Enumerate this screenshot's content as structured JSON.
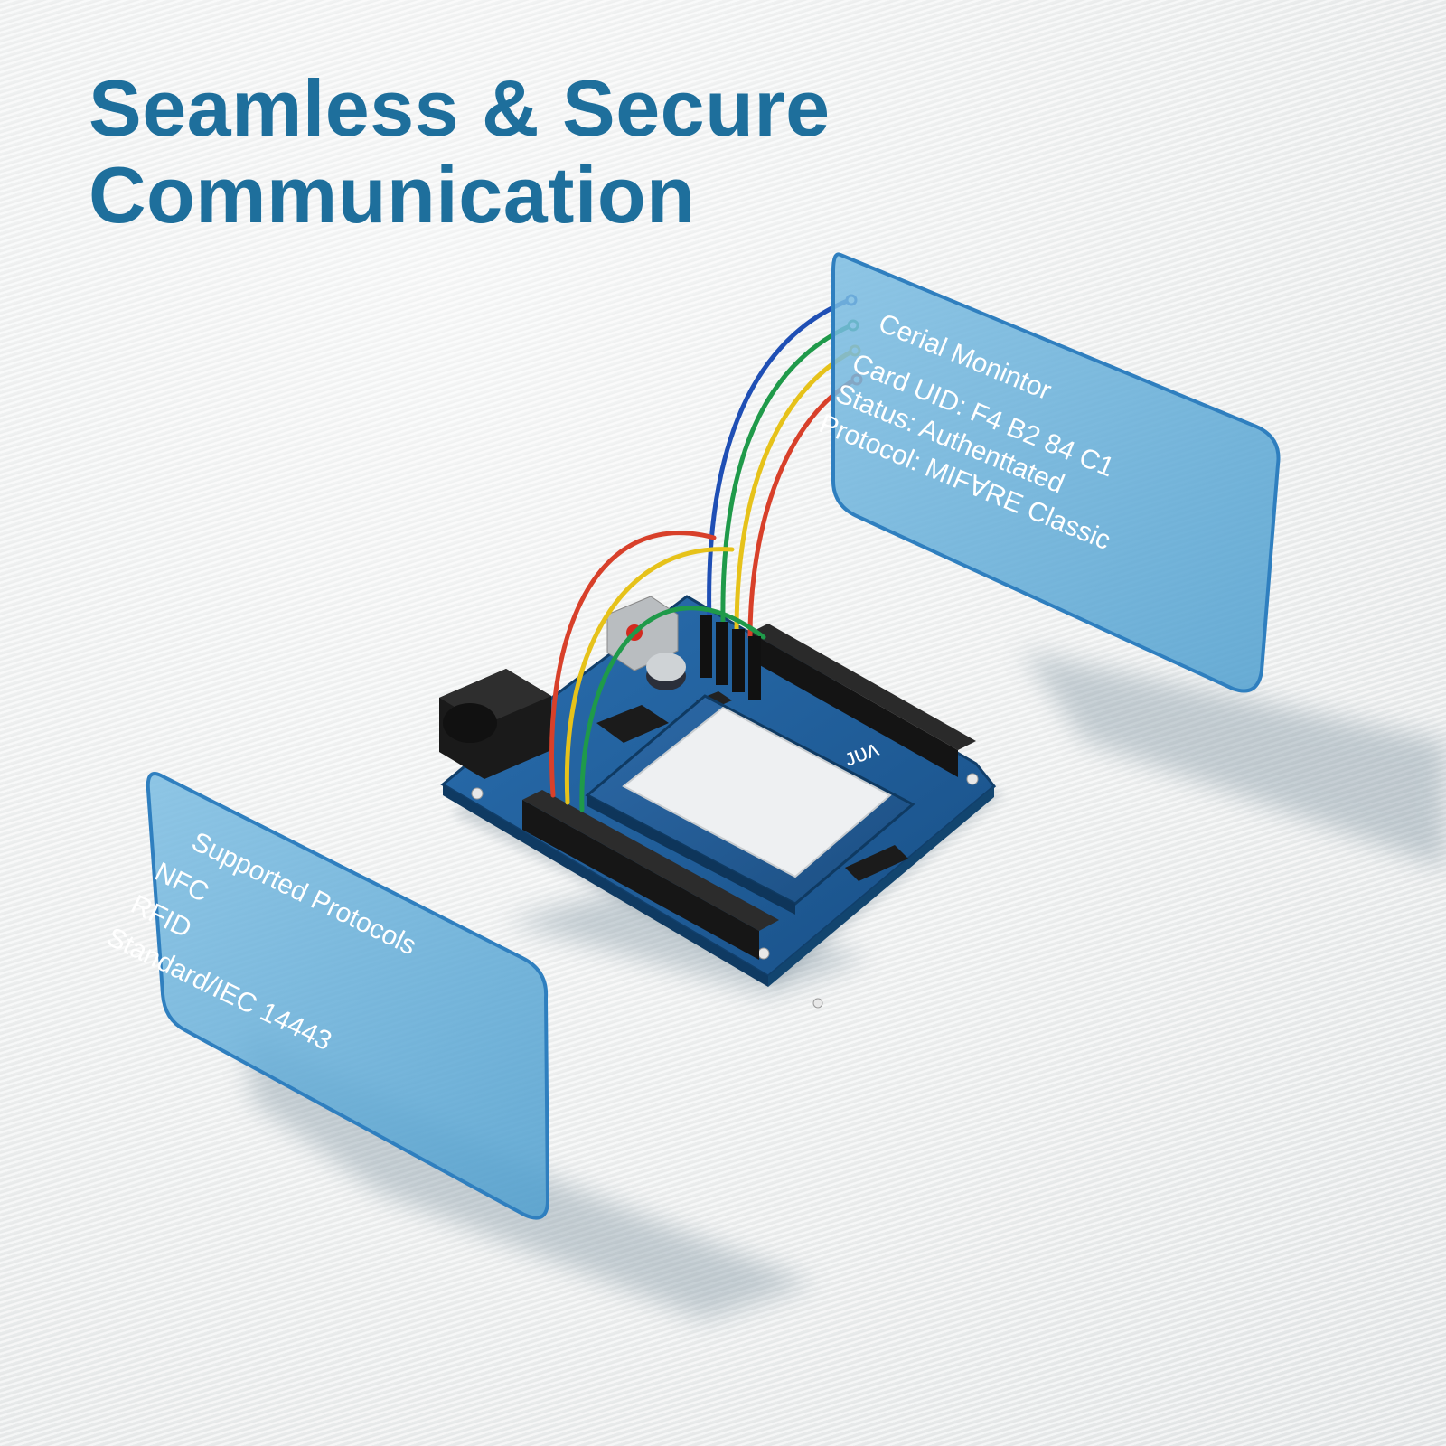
{
  "headline": {
    "line1": "Seamless & Secure",
    "line2": "Communication"
  },
  "serial_panel": {
    "title": "Cerial Monintor",
    "lines": [
      "Card UID: F4 B2 84 C1",
      "Status: Authenttated",
      "Protocol: MIFⱯRE Classic"
    ]
  },
  "protocols_panel": {
    "title": "Supported Protocols",
    "lines": [
      "NFC",
      "RFID",
      "Standard/IEC 14443"
    ]
  },
  "board": {
    "module_marking": "ᴊᴜᴧ"
  },
  "colors": {
    "headline": "#1e6f9c",
    "panel_fill": "#5aa7d4",
    "panel_edge": "#2f7fbf",
    "board": "#1f5f9e",
    "wire_blue": "#1f4fb5",
    "wire_green": "#1f9a4a",
    "wire_yellow": "#e6c21a",
    "wire_red": "#d8402a"
  }
}
